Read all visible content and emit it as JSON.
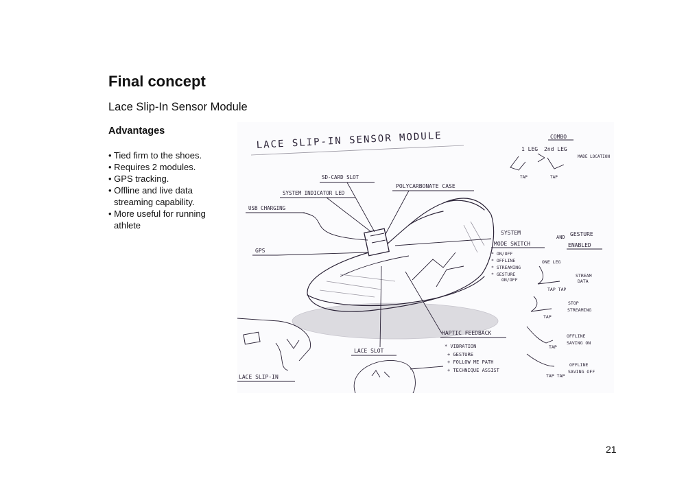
{
  "page": {
    "title": "Final concept",
    "subtitle": "Lace Slip-In Sensor Module",
    "advantages_heading": "Advantages",
    "advantages": [
      "• Tied firm to the shoes.",
      "• Requires 2 modules.",
      "• GPS tracking.",
      "• Offline and live data streaming capability.",
      "• More useful for running athlete"
    ],
    "page_number": "21"
  },
  "sketch": {
    "heading": "LACE SLIP-IN SENSOR MODULE",
    "combo": "COMBO",
    "one_leg_top": "1 LEG",
    "two_leg_top": "2nd LEG",
    "made_location": "MADE LOCATION",
    "tap_1": "TAP",
    "tap_2": "TAP",
    "sd_card_slot": "SD-CARD SLOT",
    "system_indicator_led": "SYSTEM INDICATOR LED",
    "polycarbonate_case": "POLYCARBONATE CASE",
    "usb_charging": "USB CHARGING",
    "gps": "GPS",
    "system_mode_switch_1": "SYSTEM",
    "system_mode_switch_2": "MODE SWITCH",
    "and": "AND",
    "gesture_enabled_1": "GESTURE",
    "gesture_enabled_2": "ENABLED",
    "mode_on_off": "* ON/OFF",
    "mode_offline": "* OFFLINE",
    "mode_streaming": "* STREAMING",
    "mode_gesture_1": "* GESTURE",
    "mode_gesture_2": "ON/OFF",
    "one_leg": "ONE LEG",
    "stream_data_1": "STREAM",
    "stream_data_2": "DATA",
    "tap_tap_1": "TAP TAP",
    "stop_streaming_1": "STOP",
    "stop_streaming_2": "STREAMING",
    "tap_3": "TAP",
    "offline_saving_on_1": "OFFLINE",
    "offline_saving_on_2": "SAVING  ON",
    "tap_4": "TAP",
    "offline_saving_off_1": "OFFLINE",
    "offline_saving_off_2": "SAVING  OFF",
    "tap_tap_2": "TAP TAP",
    "haptic_feedback": "HAPTIC FEEDBACK",
    "vibration": "* VIBRATION",
    "haptic_gesture": "+ GESTURE",
    "follow_me_path": "+ FOLLOW ME PATH",
    "technique_assist": "+ TECHNIQUE ASSIST",
    "lace_slot": "LACE SLOT",
    "lace_slip_in": "LACE SLIP-IN"
  }
}
